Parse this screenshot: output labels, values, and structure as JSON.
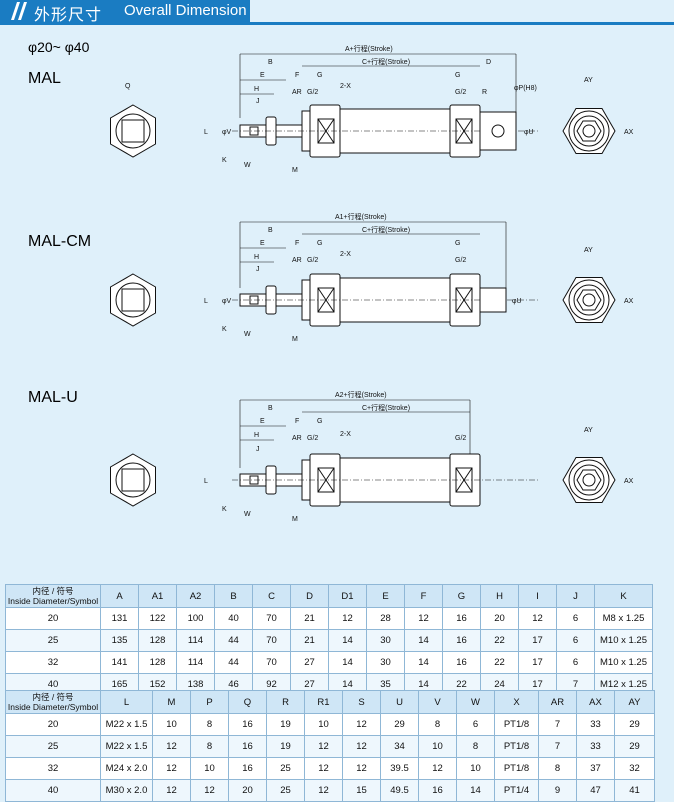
{
  "header": {
    "title_cn": "外形尺寸",
    "title_en": "Overall Dimension"
  },
  "drawing": {
    "diameter_range": "φ20~ φ40",
    "models": [
      "MAL",
      "MAL-CM",
      "MAL-U"
    ],
    "labels": {
      "a_stroke": "A+行程(Stroke)",
      "a1_stroke": "A1+行程(Stroke)",
      "a2_stroke": "A2+行程(Stroke)",
      "c_stroke": "C+行程(Stroke)",
      "b": "B",
      "e": "E",
      "f": "F",
      "g": "G",
      "d": "D",
      "h": "H",
      "j": "J",
      "ar": "AR",
      "g2": "G/2",
      "x": "2-X",
      "r": "R",
      "p": "φP(H8)",
      "l": "L",
      "v": "φV",
      "u": "φU",
      "k": "K",
      "w": "W",
      "m": "M",
      "ay": "AY",
      "ax": "AX",
      "q": "Q"
    }
  },
  "table1": {
    "header_cn": "内径 / 符号",
    "header_en": "Inside Diameter/Symbol",
    "columns": [
      "A",
      "A1",
      "A2",
      "B",
      "C",
      "D",
      "D1",
      "E",
      "F",
      "G",
      "H",
      "I",
      "J",
      "K"
    ],
    "rows": [
      [
        "20",
        "131",
        "122",
        "100",
        "40",
        "70",
        "21",
        "12",
        "28",
        "12",
        "16",
        "20",
        "12",
        "6",
        "M8 x 1.25"
      ],
      [
        "25",
        "135",
        "128",
        "114",
        "44",
        "70",
        "21",
        "14",
        "30",
        "14",
        "16",
        "22",
        "17",
        "6",
        "M10 x 1.25"
      ],
      [
        "32",
        "141",
        "128",
        "114",
        "44",
        "70",
        "27",
        "14",
        "30",
        "14",
        "16",
        "22",
        "17",
        "6",
        "M10 x 1.25"
      ],
      [
        "40",
        "165",
        "152",
        "138",
        "46",
        "92",
        "27",
        "14",
        "35",
        "14",
        "22",
        "24",
        "17",
        "7",
        "M12 x 1.25"
      ]
    ]
  },
  "table2": {
    "header_cn": "内径 / 符号",
    "header_en": "Inside Diameter/Symbol",
    "columns": [
      "L",
      "M",
      "P",
      "Q",
      "R",
      "R1",
      "S",
      "U",
      "V",
      "W",
      "X",
      "AR",
      "AX",
      "AY"
    ],
    "rows": [
      [
        "20",
        "M22 x 1.5",
        "10",
        "8",
        "16",
        "19",
        "10",
        "12",
        "29",
        "8",
        "6",
        "PT1/8",
        "7",
        "33",
        "29"
      ],
      [
        "25",
        "M22 x 1.5",
        "12",
        "8",
        "16",
        "19",
        "12",
        "12",
        "34",
        "10",
        "8",
        "PT1/8",
        "7",
        "33",
        "29"
      ],
      [
        "32",
        "M24 x 2.0",
        "12",
        "10",
        "16",
        "25",
        "12",
        "12",
        "39.5",
        "12",
        "10",
        "PT1/8",
        "8",
        "37",
        "32"
      ],
      [
        "40",
        "M30 x 2.0",
        "12",
        "12",
        "20",
        "25",
        "12",
        "15",
        "49.5",
        "16",
        "14",
        "PT1/4",
        "9",
        "47",
        "41"
      ]
    ]
  },
  "colors": {
    "accent": "#1a7cc2",
    "background": "#dff0fa",
    "header_cell": "#cfe6f6"
  }
}
